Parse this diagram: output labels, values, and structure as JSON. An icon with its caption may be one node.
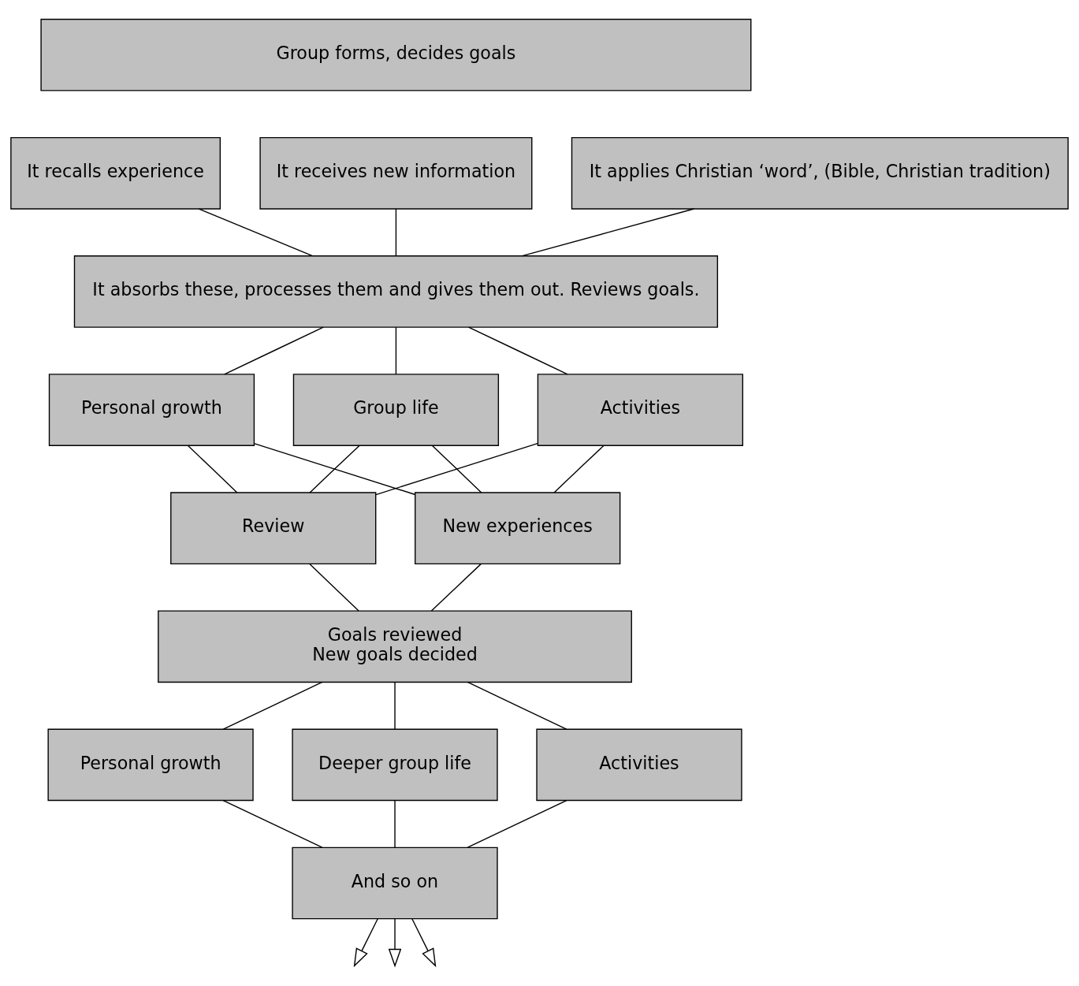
{
  "diagram": {
    "nodes": [
      {
        "text": [
          "Group forms, decides goals"
        ]
      },
      {
        "text": [
          "It recalls experience"
        ]
      },
      {
        "text": [
          "It receives new information"
        ]
      },
      {
        "text": [
          "It applies Christian ‘word’, (Bible, Christian tradition)"
        ]
      },
      {
        "text": [
          "It absorbs these, processes them and gives them out. Reviews goals."
        ]
      },
      {
        "text": [
          "Personal growth"
        ]
      },
      {
        "text": [
          "Group life"
        ]
      },
      {
        "text": [
          "Activities"
        ]
      },
      {
        "text": [
          "Review"
        ]
      },
      {
        "text": [
          "New experiences"
        ]
      },
      {
        "text": [
          "Goals reviewed",
          "New goals decided"
        ]
      },
      {
        "text": [
          "Personal growth"
        ]
      },
      {
        "text": [
          "Deeper group life"
        ]
      },
      {
        "text": [
          "Activities"
        ]
      },
      {
        "text": [
          "And so on"
        ]
      }
    ],
    "edges": [
      {
        "from": 1,
        "to": 4,
        "arrow": "none"
      },
      {
        "from": 2,
        "to": 4,
        "arrow": "none"
      },
      {
        "from": 3,
        "to": 4,
        "arrow": "none"
      },
      {
        "from": 4,
        "to": 5,
        "arrow": "none"
      },
      {
        "from": 4,
        "to": 6,
        "arrow": "none"
      },
      {
        "from": 4,
        "to": 7,
        "arrow": "none"
      },
      {
        "from": 5,
        "to": 8,
        "arrow": "none"
      },
      {
        "from": 5,
        "to": 9,
        "arrow": "none"
      },
      {
        "from": 6,
        "to": 8,
        "arrow": "none"
      },
      {
        "from": 6,
        "to": 9,
        "arrow": "none"
      },
      {
        "from": 7,
        "to": 8,
        "arrow": "none"
      },
      {
        "from": 7,
        "to": 9,
        "arrow": "none"
      },
      {
        "from": 8,
        "to": 10,
        "arrow": "none"
      },
      {
        "from": 9,
        "to": 10,
        "arrow": "none"
      },
      {
        "from": 10,
        "to": 11,
        "arrow": "none"
      },
      {
        "from": 10,
        "to": 12,
        "arrow": "none"
      },
      {
        "from": 10,
        "to": 13,
        "arrow": "none"
      },
      {
        "from": 11,
        "to": 14,
        "arrow": "none"
      },
      {
        "from": 12,
        "to": 14,
        "arrow": "none"
      },
      {
        "from": 13,
        "to": 14,
        "arrow": "none"
      },
      {
        "from": 14,
        "to": null,
        "arrow": "to"
      },
      {
        "from": 14,
        "to": null,
        "arrow": "to"
      },
      {
        "from": 14,
        "to": null,
        "arrow": "to"
      }
    ]
  }
}
